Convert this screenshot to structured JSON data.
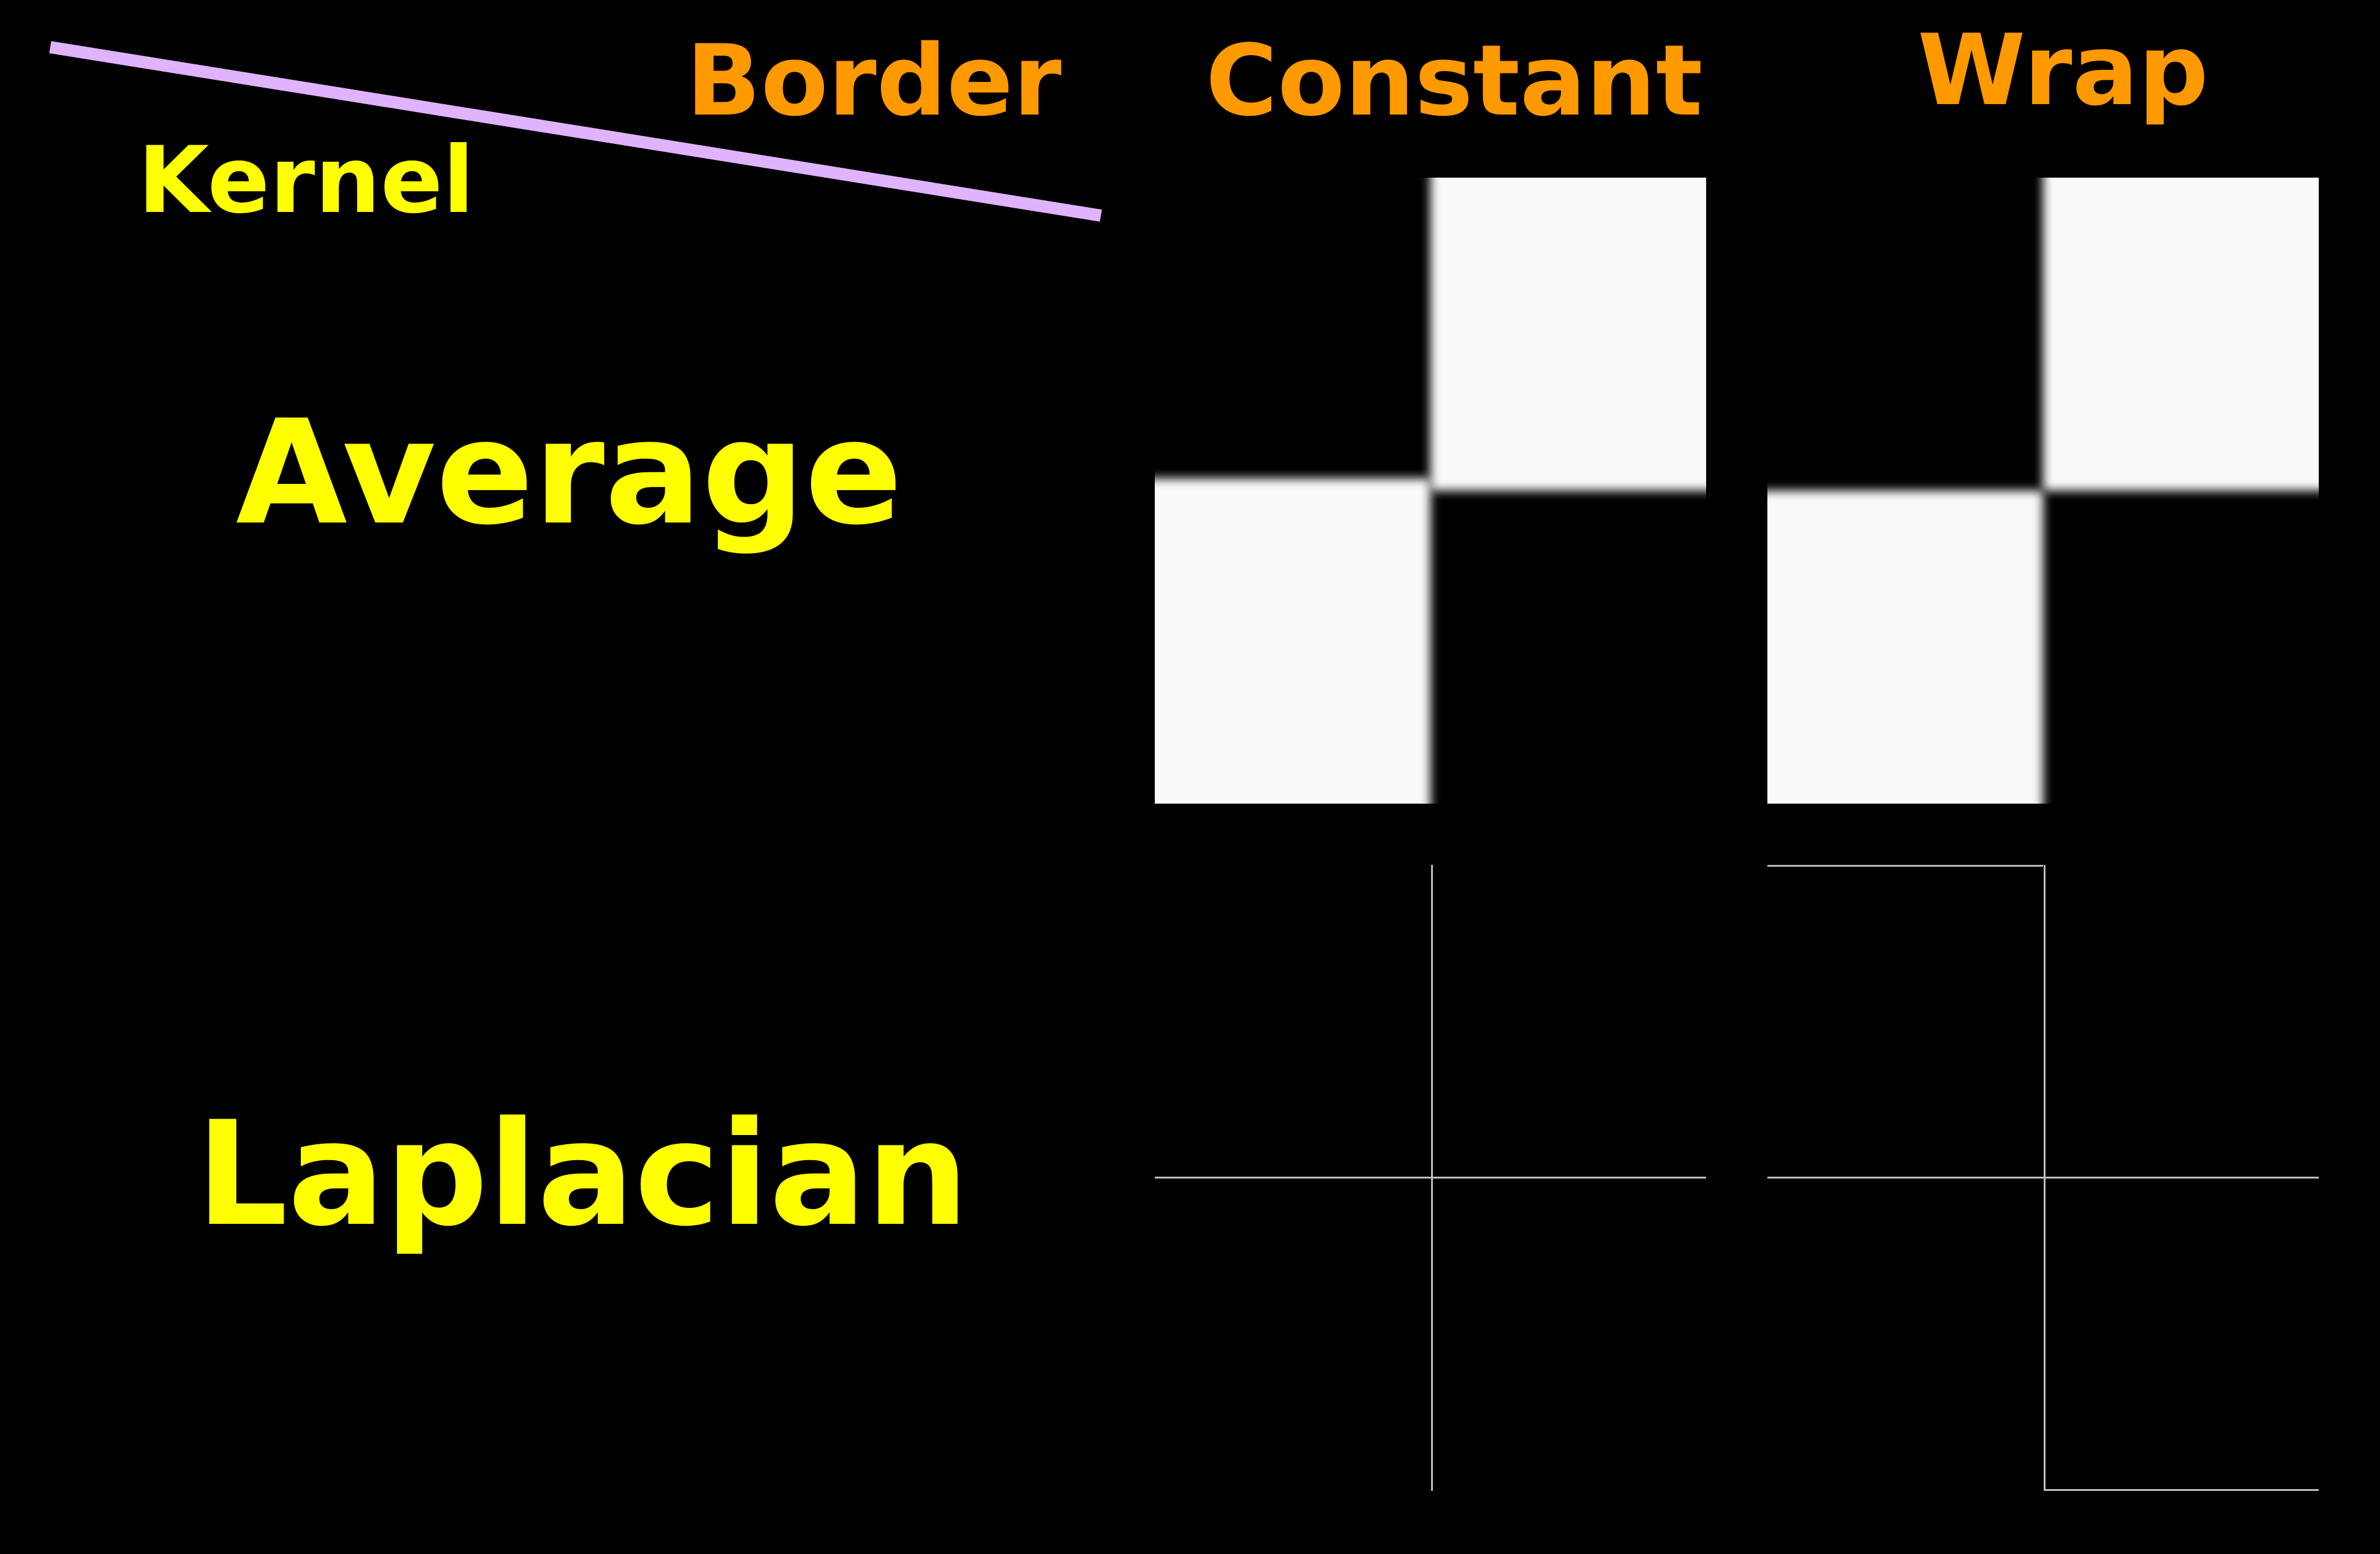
{
  "headers": {
    "border": "Border",
    "kernel": "Kernel",
    "constant": "Constant",
    "wrap": "Wrap"
  },
  "rows": {
    "average": "Average",
    "laplacian": "Laplacian"
  },
  "colors": {
    "background": "#000000",
    "header": "#FF9900",
    "row_label": "#FFFF00",
    "divider": "#E0B3FF",
    "white_square": "#FAFAFA",
    "edge_line": "#BDBDBD"
  }
}
